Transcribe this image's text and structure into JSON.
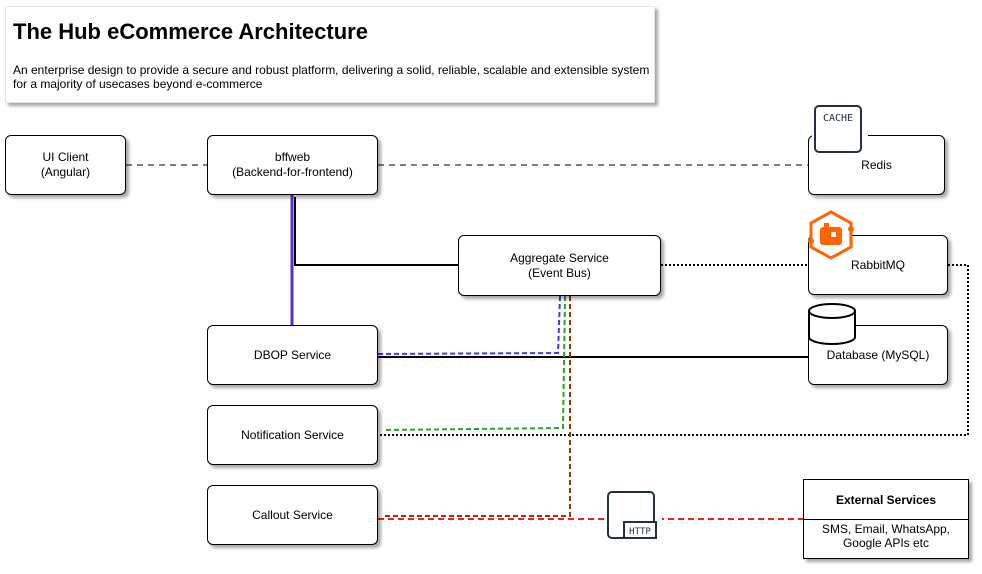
{
  "title": "The Hub eCommerce Architecture",
  "description": "An enterprise design to provide a secure and robust platform, delivering a solid, reliable, scalable and extensible system for a majority of usecases beyond e-commerce",
  "nodes": {
    "ui_client": "UI Client\n(Angular)",
    "bffweb": "bffweb\n(Backend-for-frontend)",
    "aggregate": "Aggregate Service\n(Event Bus)",
    "dbop": "DBOP Service",
    "notification": "Notification Service",
    "callout": "Callout Service",
    "redis": "Redis",
    "rabbitmq": "RabbitMQ",
    "database": "Database (MySQL)"
  },
  "external": {
    "header": "External Services",
    "body": "SMS, Email, WhatsApp,\nGoogle APIs etc"
  },
  "icons": {
    "cache_label": "CACHE",
    "http_label": "HTTP",
    "cache": "cache-icon",
    "rabbitmq": "rabbitmq-icon",
    "database": "database-icon",
    "http": "http-icon"
  },
  "colors": {
    "purple": "#5b2fd6",
    "blue": "#3b3bff",
    "green": "#2aa52a",
    "brown": "#8b3a0f",
    "red": "#ff1a1a",
    "rabbit": "#ff6600"
  }
}
